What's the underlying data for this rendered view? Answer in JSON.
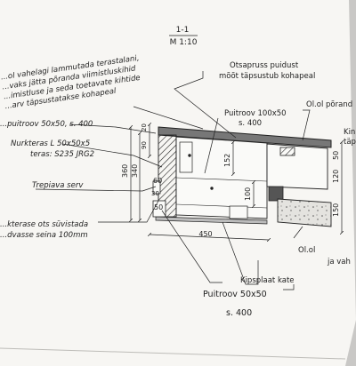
{
  "section": {
    "number": "1-1",
    "scale": "M 1:10"
  },
  "notes": {
    "demolish": [
      "...ol vahelagi lammutada terastalani,",
      "...vaks jätta põranda viimistluskihid",
      "...imistluse ja seda toetavate kihtide",
      "...arv täpsustatakse kohapeal"
    ],
    "otsapruss": [
      "Otsapruss puidust",
      "mõõt täpsustub kohapeal"
    ],
    "puitroov_100": [
      "Puitroov 100x50",
      "s. 400"
    ],
    "olol_porand": "Ol.ol põrand",
    "kin_tap": [
      "Kin",
      "täp"
    ],
    "puitroov_50_top": "...puitroov 50x50, s. 400",
    "nurkteras": [
      "Nurkteras L 50x50x5",
      "teras: S235 JRG2"
    ],
    "trepiava": "Trepiava serv",
    "paint": [
      "...kterase ots süvistada",
      "...dvasse seina 100mm"
    ],
    "kipsplaat": "Kipsplaat kate",
    "puitroov_50_bottom": [
      "Puitroov 50x50",
      "s. 400"
    ],
    "olol_bottom": [
      "Ol.ol",
      "ja vah"
    ]
  },
  "dimensions": {
    "d20": "20",
    "d90": "90",
    "d360": "360",
    "d340": "340",
    "d152": "152",
    "d100": "100",
    "d60": "60",
    "d30": "30",
    "d50": "50",
    "d450": "450",
    "d50r": "50",
    "d120": "120",
    "d150": "150"
  },
  "colors": {
    "paper": "#f7f6f3",
    "ink": "#1e1e1e",
    "fill": "#8a8a8a",
    "page_edge": "#c9c8c6"
  }
}
